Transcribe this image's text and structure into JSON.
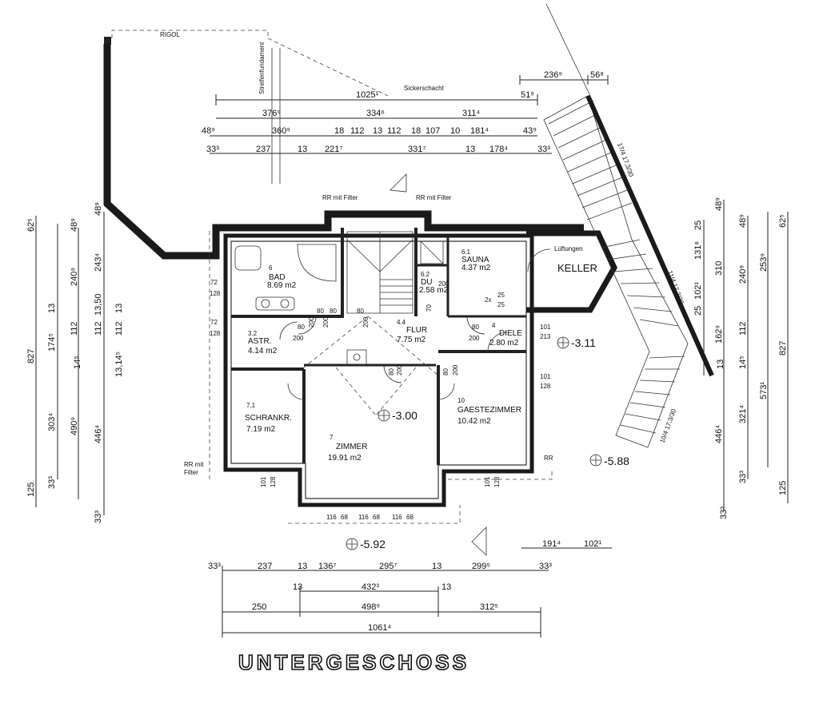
{
  "title": "UNTERGESCHOSS",
  "labels": {
    "rigol": "RIGOL",
    "streifenfundament": "Streifenfundament",
    "sickerschacht": "Sickerschacht",
    "rr_filter_1": "RR mit Filter",
    "rr_filter_2": "RR mit Filter",
    "rr_filter_3": "RR mit",
    "rr_filter_3b": "Filter",
    "lueftungen": "Lüftungen",
    "keller": "KELLER",
    "stair_top": "17/4 17,3/30",
    "stair_mid": "11/4 17,3/30",
    "stair_bottom": "10/4 17,3/30"
  },
  "rooms": {
    "bad": {
      "num": "6",
      "name": "BAD",
      "area": "8.69 m2"
    },
    "sauna": {
      "num": "6.1",
      "name": "SAUNA",
      "area": "4.37 m2"
    },
    "du": {
      "num": "6.2",
      "name": "DU",
      "area": "2.58 m2"
    },
    "astr": {
      "num": "3.2",
      "name": "ASTR.",
      "area": "4.14 m2"
    },
    "flur": {
      "num": "4.4",
      "name": "FLUR",
      "area": "7.75 m2"
    },
    "diele": {
      "num": "4",
      "name": "DIELE",
      "area": "2.80 m2"
    },
    "schrankr": {
      "num": "7.1",
      "name": "SCHRANKR.",
      "area": "7.19 m2"
    },
    "zimmer": {
      "num": "7",
      "name": "ZIMMER",
      "area": "19.91 m2"
    },
    "gaestezimmer": {
      "num": "10",
      "name": "GAESTEZIMMER",
      "area": "10.42 m2"
    }
  },
  "levels": {
    "center": "-3.00",
    "right_upper": "-3.11",
    "right_lower": "-5.88",
    "bottom": "-5.92"
  },
  "dims_top": {
    "d236": "236⁹",
    "d56": "56⁸",
    "d1025": "1025¹",
    "d51": "51⁹",
    "d376": "376⁹",
    "d334": "334⁶",
    "d311": "311⁴",
    "d48": "48⁹",
    "d360": "360⁹",
    "d18a": "18",
    "d112a": "112",
    "d13a": "13",
    "d112b": "112",
    "d18b": "18",
    "d107": "107",
    "d10": "10",
    "d181": "181⁴",
    "d43": "43⁹",
    "d33a": "33³",
    "d237": "237",
    "d13b": "13",
    "d221": "221⁷",
    "d331": "331⁷",
    "d13c": "13",
    "d178": "178⁴",
    "d33b": "33³"
  },
  "dims_left": {
    "d62": "62⁵",
    "d827": "827",
    "d48a": "48⁹",
    "d48b": "48⁹",
    "d240": "240⁹",
    "d243": "243⁴",
    "d174": "174⁵",
    "d13a": "13",
    "d112a": "112",
    "d112b": "112",
    "d1350": "13,50",
    "d112c": "112",
    "d13b": "13",
    "d14a": "14⁵",
    "d1314": "13,14⁵",
    "d303": "303⁴",
    "d490": "490⁹",
    "d446": "446⁴",
    "d125": "125",
    "d33a": "33³",
    "d33b": "33³"
  },
  "dims_right": {
    "d25a": "25",
    "d48a": "48⁹",
    "d48b": "48⁹",
    "d62": "62⁵",
    "d131": "131⁸",
    "d310": "310",
    "d240": "240⁹",
    "d253": "253⁹",
    "d102": "102¹",
    "d25b": "25",
    "d112a": "112",
    "d827": "827",
    "d162": "162⁹",
    "d13": "13",
    "d14": "14⁵",
    "d573": "573¹",
    "d321": "321⁴",
    "d446": "446⁴",
    "d125": "125",
    "d33a": "33³",
    "d33b": "33³"
  },
  "dims_bottom": {
    "d191": "191⁴",
    "d102": "102¹",
    "d33a": "33³",
    "d237": "237",
    "d13a": "13",
    "d136": "136⁷",
    "d295": "295⁷",
    "d13b": "13",
    "d299": "299⁵",
    "d33b": "33³",
    "d13c": "13",
    "d432": "432³",
    "d13d": "13",
    "d250": "250",
    "d498": "498⁹",
    "d312": "312⁵",
    "d1061": "1061⁴"
  },
  "doors": {
    "d80a": "80",
    "d200a": "200",
    "d80b": "80",
    "d200b": "200",
    "d80c": "80",
    "d200c": "200",
    "d80d": "80",
    "d200d": "200",
    "d80e": "80",
    "d200e": "200",
    "d80f": "80",
    "d200f": "200",
    "d80g": "80",
    "d200g": "200",
    "d70": "70",
    "d200h": "200",
    "d72a": "72",
    "d128a": "128",
    "d72b": "72",
    "d128b": "128",
    "d101a": "101",
    "d128c": "128",
    "d101b": "101",
    "d128d": "128",
    "d101c": "101",
    "d128e": "128",
    "d101d": "101",
    "d213": "213",
    "d116a": "116",
    "d68a": "68",
    "d116b": "116",
    "d68b": "68",
    "d116c": "116",
    "d68c": "68",
    "d2x": "2x",
    "d25a": "25",
    "d25b": "25",
    "rr": "RR"
  }
}
